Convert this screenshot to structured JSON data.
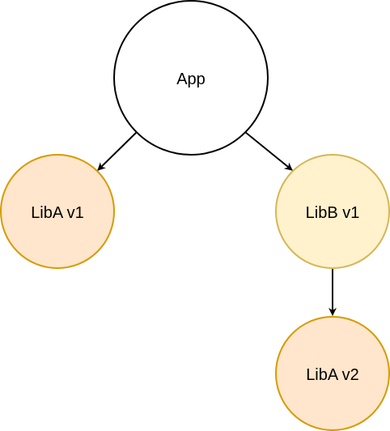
{
  "diagram": {
    "nodes": {
      "app": {
        "label": "App",
        "fill": "#ffffff",
        "stroke": "#000000"
      },
      "liba_v1": {
        "label": "LibA v1",
        "fill": "#ffe6cc",
        "stroke": "#d79b00"
      },
      "libb_v1": {
        "label": "LibB v1",
        "fill": "#fff2cc",
        "stroke": "#d6b656"
      },
      "liba_v2": {
        "label": "LibA v2",
        "fill": "#ffe6cc",
        "stroke": "#d79b00"
      }
    },
    "edges": [
      {
        "from": "app",
        "to": "liba_v1"
      },
      {
        "from": "app",
        "to": "libb_v1"
      },
      {
        "from": "libb_v1",
        "to": "liba_v2"
      }
    ],
    "edge_color": "#000000"
  }
}
